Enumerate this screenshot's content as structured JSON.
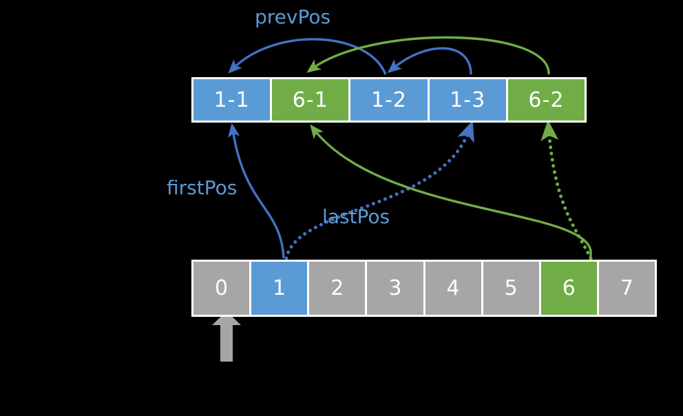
{
  "colors": {
    "blue": "#5B9BD5",
    "green": "#70AD47",
    "gray": "#A6A6A6",
    "white": "#FFFFFF",
    "arrow_blue": "#4472C4",
    "arrow_green": "#70AD47",
    "label_blue": "#5B9BD5",
    "background": "#000000"
  },
  "labels": {
    "prevPos": "prevPos",
    "firstPos": "firstPos",
    "lastPos": "lastPos"
  },
  "top_array": {
    "name": "entry-table",
    "cells": [
      {
        "text": "1-1",
        "color": "#5B9BD5"
      },
      {
        "text": "6-1",
        "color": "#70AD47"
      },
      {
        "text": "1-2",
        "color": "#5B9BD5"
      },
      {
        "text": "1-3",
        "color": "#5B9BD5"
      },
      {
        "text": "6-2",
        "color": "#70AD47"
      }
    ]
  },
  "bottom_array": {
    "name": "bucket-table",
    "cells": [
      {
        "text": "0",
        "color": "#A6A6A6"
      },
      {
        "text": "1",
        "color": "#5B9BD5"
      },
      {
        "text": "2",
        "color": "#A6A6A6"
      },
      {
        "text": "3",
        "color": "#A6A6A6"
      },
      {
        "text": "4",
        "color": "#A6A6A6"
      },
      {
        "text": "5",
        "color": "#A6A6A6"
      },
      {
        "text": "6",
        "color": "#70AD47"
      },
      {
        "text": "7",
        "color": "#A6A6A6"
      }
    ]
  },
  "connections": [
    {
      "name": "prevPos-1-2-to-1-1",
      "style": "solid",
      "color": "#4472C4",
      "from": "1-2",
      "to": "1-1"
    },
    {
      "name": "prevPos-1-3-to-1-2",
      "style": "solid",
      "color": "#4472C4",
      "from": "1-3",
      "to": "1-2"
    },
    {
      "name": "prevPos-6-2-to-6-1",
      "style": "solid",
      "color": "#70AD47",
      "from": "6-2",
      "to": "6-1"
    },
    {
      "name": "firstPos-1-to-1-1",
      "style": "solid",
      "color": "#4472C4",
      "from": "bucket-1",
      "to": "1-1"
    },
    {
      "name": "lastPos-1-to-1-3",
      "style": "dotted",
      "color": "#4472C4",
      "from": "bucket-1",
      "to": "1-3"
    },
    {
      "name": "firstPos-6-to-6-1",
      "style": "solid",
      "color": "#70AD47",
      "from": "bucket-6",
      "to": "6-1"
    },
    {
      "name": "lastPos-6-to-6-2",
      "style": "dotted",
      "color": "#70AD47",
      "from": "bucket-6",
      "to": "6-2"
    }
  ],
  "pointer": {
    "name": "bucket-index-pointer",
    "color": "#A6A6A6",
    "target": "0"
  }
}
